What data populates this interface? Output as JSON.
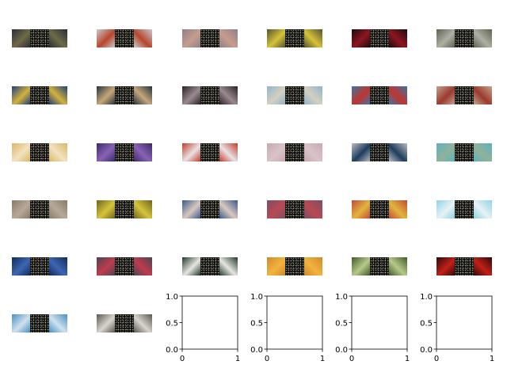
{
  "chart_data": {
    "type": "image-grid",
    "rows": 6,
    "cols": 6,
    "image_tiles": [
      {
        "colors": [
          "#2c2c34",
          "#6e6a48"
        ]
      },
      {
        "colors": [
          "#c9c9cd",
          "#b8452c"
        ]
      },
      {
        "colors": [
          "#8f7f86",
          "#c79c8e"
        ]
      },
      {
        "colors": [
          "#54532e",
          "#d6c33a"
        ]
      },
      {
        "colors": [
          "#1d0a0d",
          "#8e1620"
        ]
      },
      {
        "colors": [
          "#5f6150",
          "#aeb0a4"
        ]
      },
      {
        "colors": [
          "#1f3f78",
          "#d2b13e"
        ]
      },
      {
        "colors": [
          "#22353c",
          "#c6a67a"
        ]
      },
      {
        "colors": [
          "#2a2226",
          "#9a8a90"
        ]
      },
      {
        "colors": [
          "#8fb4c8",
          "#d3d0c2"
        ]
      },
      {
        "colors": [
          "#3f73a8",
          "#c0352c"
        ]
      },
      {
        "colors": [
          "#c4a290",
          "#9a3a2c"
        ]
      },
      {
        "colors": [
          "#d9b766",
          "#f3e2c0"
        ]
      },
      {
        "colors": [
          "#3a2a6a",
          "#8a62b4"
        ]
      },
      {
        "colors": [
          "#c53a2a",
          "#e8e3e4"
        ]
      },
      {
        "colors": [
          "#c7a8b2",
          "#d9c4c8"
        ]
      },
      {
        "colors": [
          "#b8bcc2",
          "#1f3c5e"
        ]
      },
      {
        "colors": [
          "#5fb0c0",
          "#8fb39a"
        ]
      },
      {
        "colors": [
          "#8a7a63",
          "#b7a99a"
        ]
      },
      {
        "colors": [
          "#6b6420",
          "#d8c43a"
        ]
      },
      {
        "colors": [
          "#3a5890",
          "#d8c8bd"
        ]
      },
      {
        "colors": [
          "#7d4e62",
          "#b84a54"
        ]
      },
      {
        "colors": [
          "#c44a3a",
          "#e0b63a"
        ]
      },
      {
        "colors": [
          "#8ad4e4",
          "#e8f2f4"
        ]
      },
      {
        "colors": [
          "#122a5c",
          "#3e66b0"
        ]
      },
      {
        "colors": [
          "#4a4650",
          "#c03a4e"
        ]
      },
      {
        "colors": [
          "#1e3a2a",
          "#e6e6e0"
        ]
      },
      {
        "colors": [
          "#d08a2a",
          "#f2b43e"
        ]
      },
      {
        "colors": [
          "#3f5a2c",
          "#b7c98a"
        ]
      },
      {
        "colors": [
          "#2e0a0a",
          "#c22018"
        ]
      },
      {
        "colors": [
          "#4a8ec4",
          "#cfe2ee"
        ]
      },
      {
        "colors": [
          "#5a5650",
          "#d8d4ce"
        ]
      }
    ],
    "empty_axes": [
      {
        "xticks": [
          "0",
          "1"
        ],
        "yticks": [
          "0.0",
          "0.5",
          "1.0"
        ],
        "xlim": [
          0,
          1
        ],
        "ylim": [
          0,
          1
        ]
      },
      {
        "xticks": [
          "0",
          "1"
        ],
        "yticks": [
          "0.0",
          "0.5",
          "1.0"
        ],
        "xlim": [
          0,
          1
        ],
        "ylim": [
          0,
          1
        ]
      },
      {
        "xticks": [
          "0",
          "1"
        ],
        "yticks": [
          "0.0",
          "0.5",
          "1.0"
        ],
        "xlim": [
          0,
          1
        ],
        "ylim": [
          0,
          1
        ]
      },
      {
        "xticks": [
          "0",
          "1"
        ],
        "yticks": [
          "0.0",
          "0.5",
          "1.0"
        ],
        "xlim": [
          0,
          1
        ],
        "ylim": [
          0,
          1
        ]
      }
    ]
  }
}
